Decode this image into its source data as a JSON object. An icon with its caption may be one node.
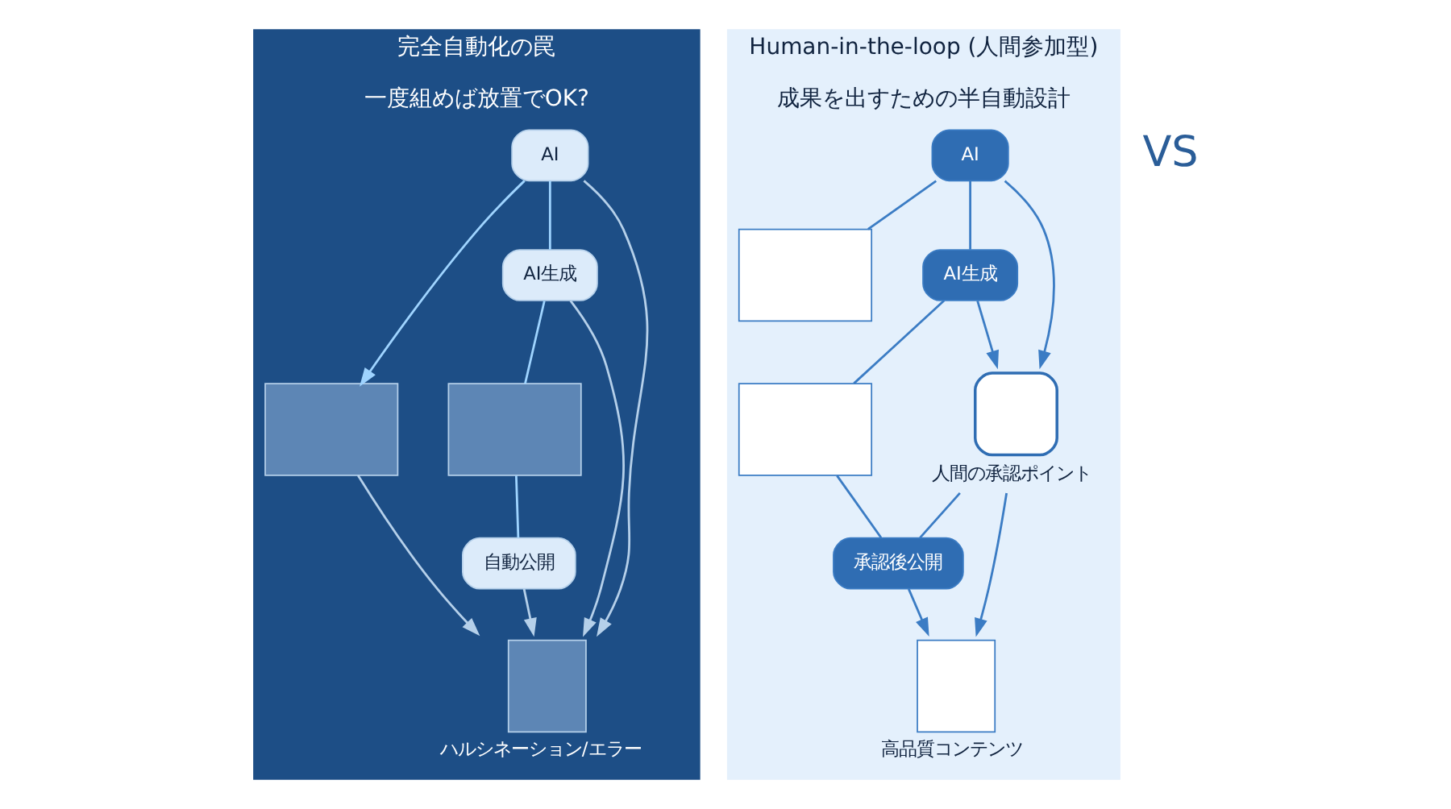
{
  "diagram": {
    "nodes": [
      {
        "text": [
          "完全自動化の罠",
          "一度組めば放置でOK?"
        ]
      },
      {
        "text": [
          "AI"
        ],
        "in": 0
      },
      {
        "text": [],
        "shape": "box",
        "in": 0
      },
      {
        "text": [
          "AI生成"
        ],
        "in": 0
      },
      {
        "text": [],
        "shape": "box",
        "in": 0
      },
      {
        "text": [
          "自動公開"
        ],
        "in": 0
      },
      {
        "text": [],
        "shape": "document",
        "in": 0,
        "beside": [
          "ハルシネーション/エラー"
        ]
      },
      {
        "text": [
          "Human-in-the-loop (人間参加型)",
          "成果を出すための半自動設計"
        ]
      },
      {
        "text": [
          "AI"
        ],
        "in": 7
      },
      {
        "text": [],
        "shape": "box",
        "in": 7
      },
      {
        "text": [
          "AI生成"
        ],
        "in": 7
      },
      {
        "text": [],
        "shape": "person",
        "in": 7,
        "beside": [
          "人間の承認ポイント"
        ]
      },
      {
        "text": [],
        "shape": "box",
        "in": 7
      },
      {
        "text": [
          "承認後公開"
        ],
        "in": 7
      },
      {
        "text": [],
        "shape": "document",
        "in": 7,
        "beside": [
          "高品質コンテンツ"
        ]
      }
    ],
    "edges": [
      {
        "from": 1,
        "to": 2,
        "arrow": "to",
        "color": "#9fd4ff"
      },
      {
        "from": 1,
        "to": 3,
        "arrow": "none",
        "color": "#9fd4ff"
      },
      {
        "from": 1,
        "to": 6,
        "arrow": "to",
        "color": "#b5d0ea"
      },
      {
        "from": 2,
        "to": 6,
        "arrow": "to",
        "color": "#b5d0ea"
      },
      {
        "from": 3,
        "to": 6,
        "arrow": "to",
        "color": "#b5d0ea"
      },
      {
        "from": 3,
        "to": 4,
        "arrow": "none",
        "color": "#9fd4ff"
      },
      {
        "from": 4,
        "to": 5,
        "arrow": "none",
        "color": "#9fd4ff"
      },
      {
        "from": 5,
        "to": 6,
        "arrow": "to",
        "color": "#b5d0ea"
      },
      {
        "from": 8,
        "to": 9,
        "arrow": "none"
      },
      {
        "from": 8,
        "to": 10,
        "arrow": "none"
      },
      {
        "from": 8,
        "to": 11,
        "arrow": "to"
      },
      {
        "from": 10,
        "to": 11,
        "arrow": "to"
      },
      {
        "from": 11,
        "to": 14,
        "arrow": "to"
      },
      {
        "from": 10,
        "to": 12,
        "arrow": "none"
      },
      {
        "from": 12,
        "to": 13,
        "arrow": "none"
      },
      {
        "from": 11,
        "to": 13,
        "arrow": "none"
      },
      {
        "from": 13,
        "to": 14,
        "arrow": "to"
      }
    ],
    "labels": [
      "VS"
    ]
  }
}
